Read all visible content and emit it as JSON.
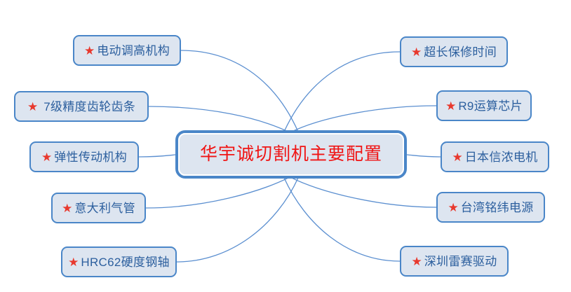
{
  "diagram": {
    "type": "mind-map",
    "center": {
      "label": "华宇诚切割机主要配置",
      "text_color": "#f01414",
      "fill": "#dde5f0",
      "border_color": "#4a86c8"
    },
    "style": {
      "node_fill": "#dde5f0",
      "node_border": "#4a86c8",
      "node_text_color": "#2c5f9e",
      "star_color": "#e8392e",
      "connector_color": "#5b8fd0",
      "background": "#ffffff"
    },
    "bullet_icon": "star-icon",
    "left_branches": [
      {
        "label": "电动调高机构",
        "icon": "star-icon"
      },
      {
        "label": "7级精度齿轮齿条",
        "icon": "star-icon"
      },
      {
        "label": "弹性传动机构",
        "icon": "star-icon"
      },
      {
        "label": "意大利气管",
        "icon": "star-icon"
      },
      {
        "label": "HRC62硬度钢轴",
        "icon": "star-icon"
      }
    ],
    "right_branches": [
      {
        "label": "超长保修时间",
        "icon": "star-icon"
      },
      {
        "label": "R9运算芯片",
        "icon": "star-icon"
      },
      {
        "label": "日本信浓电机",
        "icon": "star-icon"
      },
      {
        "label": "台湾铭纬电源",
        "icon": "star-icon"
      },
      {
        "label": "深圳雷赛驱动",
        "icon": "star-icon"
      }
    ]
  }
}
